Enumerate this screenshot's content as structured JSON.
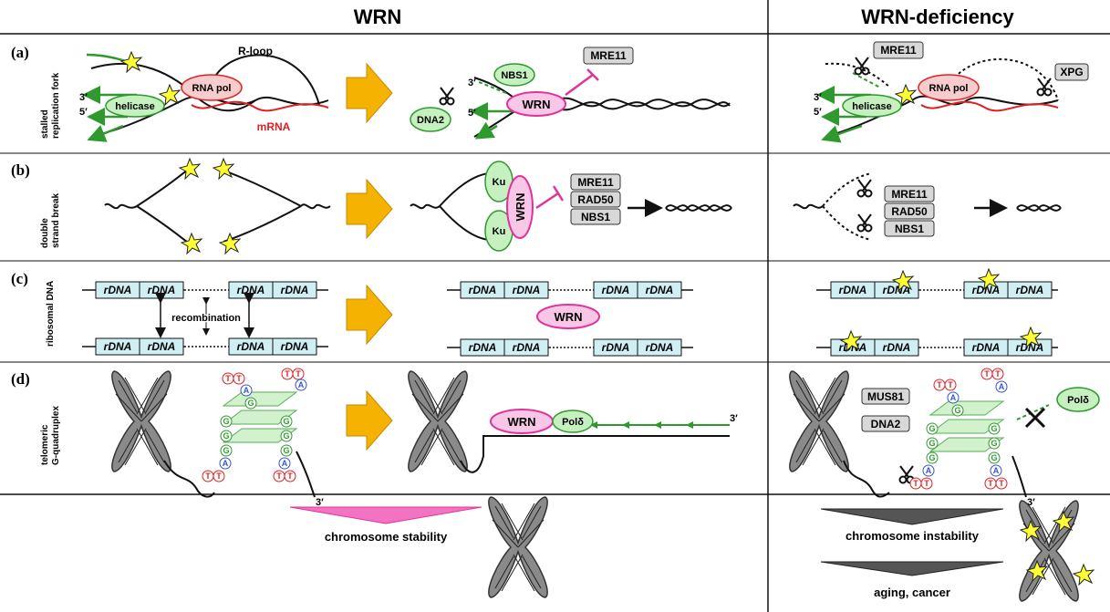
{
  "headers": {
    "left": "WRN",
    "right": "WRN-deficiency"
  },
  "rows": [
    {
      "letter": "(a)",
      "side": [
        "stalled",
        "replication fork"
      ]
    },
    {
      "letter": "(b)",
      "side": [
        "double",
        "strand break"
      ]
    },
    {
      "letter": "(c)",
      "side": [
        "ribosomal DNA"
      ]
    },
    {
      "letter": "(d)",
      "side": [
        "telomeric",
        "G-quadruplex"
      ]
    }
  ],
  "labels": {
    "rloop": "R-loop",
    "rnapol": "RNA pol",
    "mrna": "mRNA",
    "helicase": "helicase",
    "three": "3′",
    "five": "5′",
    "nbs1": "NBS1",
    "dna2": "DNA2",
    "wrn": "WRN",
    "mre11": "MRE11",
    "rad50": "RAD50",
    "xpg": "XPG",
    "ku": "Ku",
    "rdna": "rDNA",
    "recombination": "recombination",
    "mus81": "MUS81",
    "pold": "Polδ",
    "T": "T",
    "A": "A",
    "G": "G"
  },
  "bottom": {
    "stability": "chromosome stability",
    "instability": "chromosome instability",
    "aging": "aging, cancer"
  },
  "colors": {
    "green_fill": "#c6f0c0",
    "green_stroke": "#2e9a2e",
    "pink_fill": "#f8c6e6",
    "pink_stroke": "#e0339a",
    "salmon_fill": "#f7cccc",
    "red": "#e02020",
    "arrow_orange": "#f5b200",
    "rdna_fill": "#cfeff2",
    "gray_box": "#d8d8d8",
    "star": "#ffff33"
  }
}
